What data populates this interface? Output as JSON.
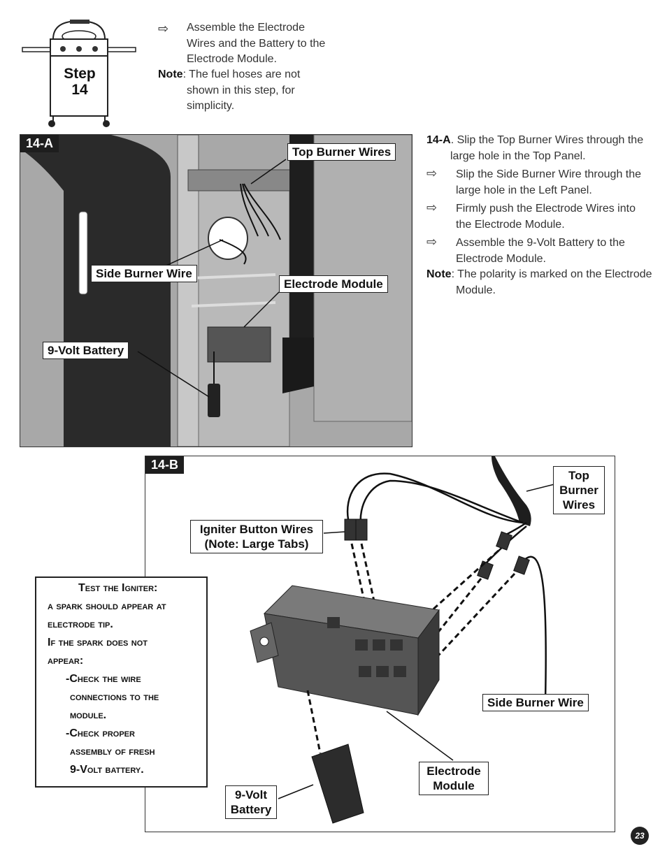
{
  "step": {
    "label_line1": "Step",
    "label_line2": "14"
  },
  "intro": {
    "bullet1": [
      "Assemble the Electrode",
      "Wires and the Battery to the",
      "Electrode Module."
    ],
    "note_label": "Note",
    "note": [
      ": The fuel hoses are not",
      "shown in this step, for",
      "simplicity."
    ]
  },
  "panel_a": {
    "tag": "14-A",
    "callouts": {
      "top_burner_wires": "Top Burner Wires",
      "side_burner_wire": "Side Burner Wire",
      "electrode_module": "Electrode Module",
      "battery": "9-Volt Battery"
    }
  },
  "steps_a": {
    "lead_label": "14-A",
    "lead": [
      ". Slip the Top Burner Wires through the",
      "large hole in the Top Panel."
    ],
    "b1": [
      "Slip the Side Burner Wire through the",
      "large hole in the Left Panel."
    ],
    "b2": [
      "Firmly push the Electrode Wires into",
      "the Electrode Module."
    ],
    "b3": [
      "Assemble the 9-Volt Battery to the",
      "Electrode Module."
    ],
    "note_label": "Note",
    "note": [
      ": The polarity is marked on the Electrode",
      "Module."
    ]
  },
  "panel_b": {
    "tag": "14-B",
    "callouts": {
      "top_burner_wires": [
        "Top",
        "Burner",
        "Wires"
      ],
      "igniter": [
        "Igniter Button Wires",
        "(Note: Large Tabs)"
      ],
      "side_burner_wire": "Side Burner Wire",
      "electrode_module": [
        "Electrode",
        "Module"
      ],
      "battery": [
        "9-Volt",
        "Battery"
      ]
    }
  },
  "test_box": {
    "lines": [
      "Test the Igniter:",
      "a spark should appear at",
      "electrode tip.",
      "If the spark does not",
      "appear:",
      "-Check the wire",
      "connections to the",
      "module.",
      "-Check proper",
      "assembly of fresh",
      "9-Volt battery."
    ]
  },
  "page_number": "23",
  "icons": {
    "bullet": "arrow-right-icon"
  }
}
